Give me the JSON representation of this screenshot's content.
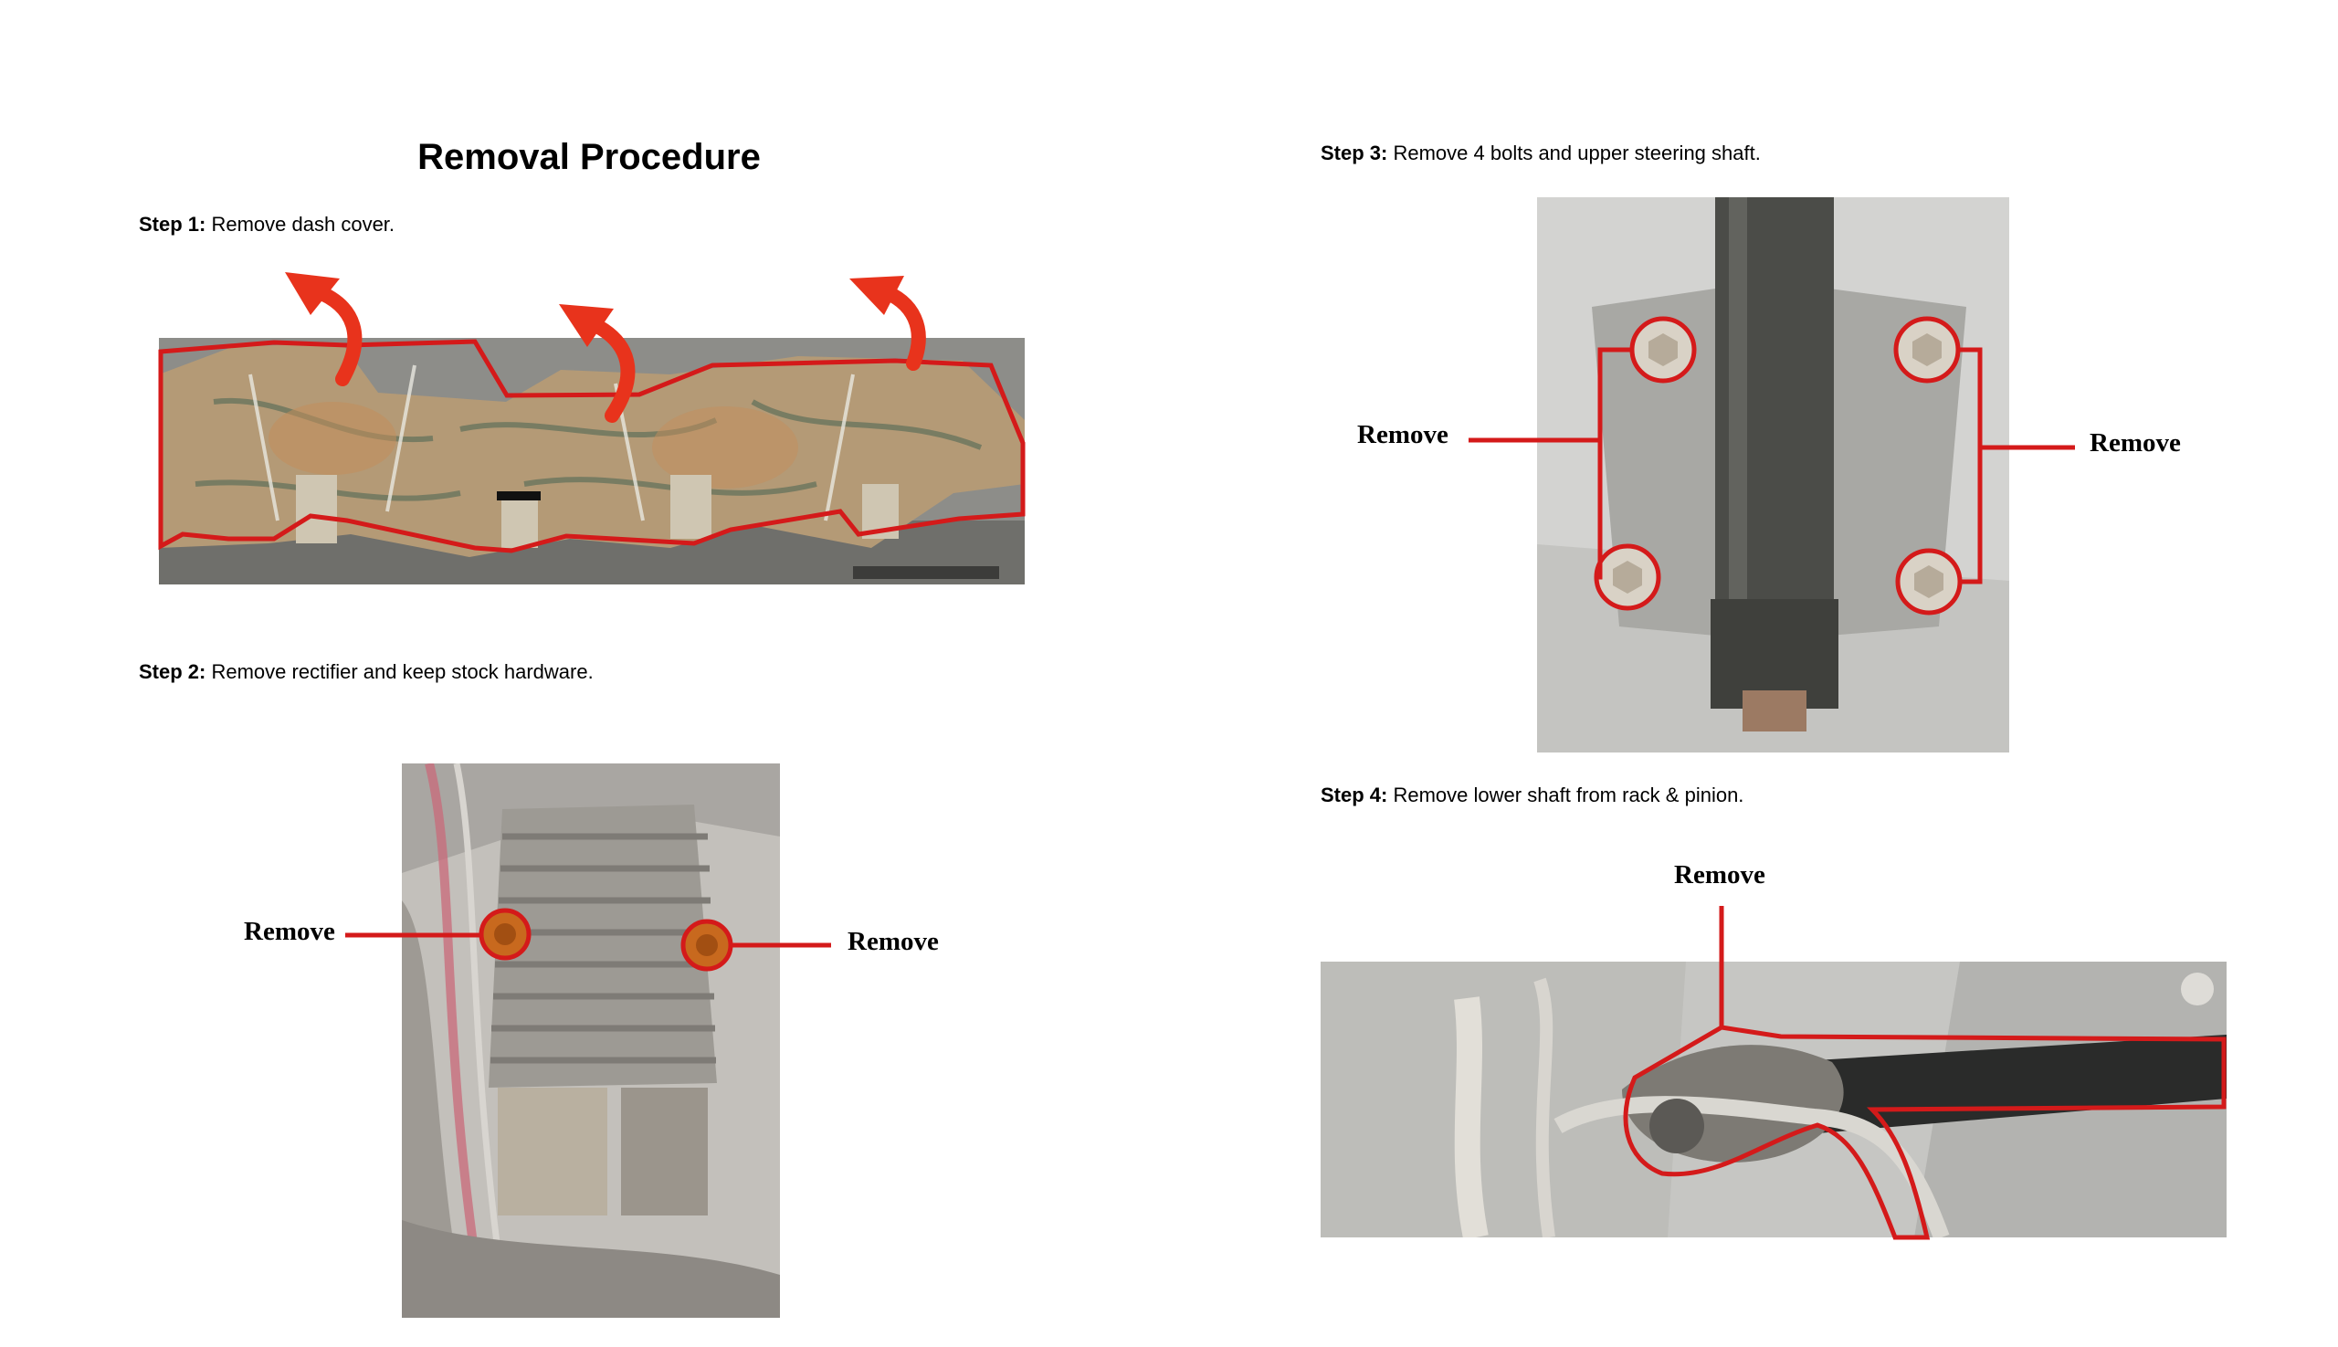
{
  "title": "Removal Procedure",
  "steps": [
    {
      "label": "Step 1:",
      "text": "Remove dash cover."
    },
    {
      "label": "Step 2:",
      "text": "Remove rectifier and keep stock hardware."
    },
    {
      "label": "Step 3:",
      "text": "Remove 4 bolts and upper steering shaft."
    },
    {
      "label": "Step 4:",
      "text": "Remove lower shaft from rack & pinion."
    }
  ],
  "callouts": {
    "step2_left": "Remove",
    "step2_right": "Remove",
    "step3_left": "Remove",
    "step3_right": "Remove",
    "step4_top": "Remove"
  },
  "colors": {
    "highlight_red": "#d41a1a",
    "arrow_red": "#e8331c",
    "camo_tan": "#b49a76",
    "photo_gray": "#cfcfcf"
  },
  "icons": {
    "arrow": "curved-up-arrow-icon",
    "bolt": "hex-bolt-icon"
  }
}
